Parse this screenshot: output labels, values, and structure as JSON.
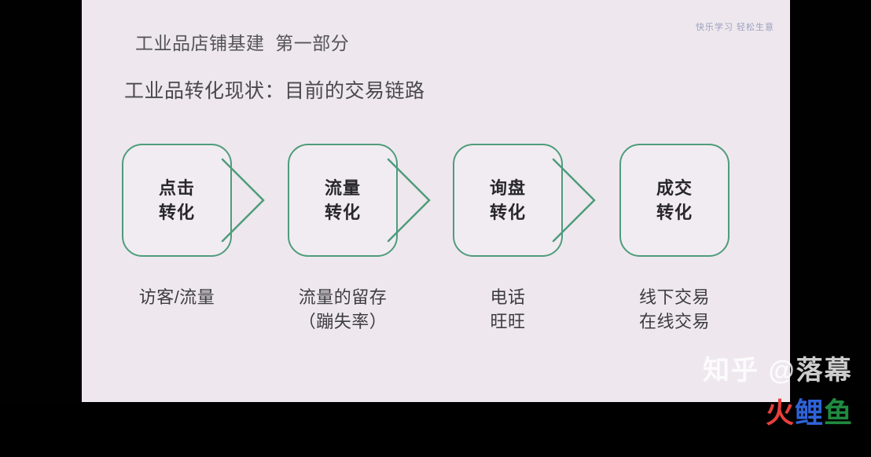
{
  "slide": {
    "background_color": "#eee8ee",
    "letterbox_color": "#010101",
    "heading_main": "工业品店铺基建  第一部分",
    "heading_sub": "工业品转化现状：目前的交易链路",
    "top_watermark": "快乐学习 轻松生意"
  },
  "flow": {
    "accent_color": "#4f9c7b",
    "steps": [
      {
        "line1": "点击",
        "line2": "转化",
        "caption": "访客/流量",
        "has_arrow": true
      },
      {
        "line1": "流量",
        "line2": "转化",
        "caption": "流量的留存\n（蹦失率）",
        "has_arrow": true
      },
      {
        "line1": "询盘",
        "line2": "转化",
        "caption": "电话\n旺旺",
        "has_arrow": true
      },
      {
        "line1": "成交",
        "line2": "转化",
        "caption": "线下交易\n在线交易",
        "has_arrow": false
      }
    ]
  },
  "watermarks": {
    "zhihu": "知乎 @落幕",
    "logo_char1": "火",
    "logo_char2": "鲤",
    "logo_char3": "鱼",
    "logo_color1": "#e8403c",
    "logo_color2": "#2f63d8",
    "logo_color3": "#1f8a3f"
  }
}
